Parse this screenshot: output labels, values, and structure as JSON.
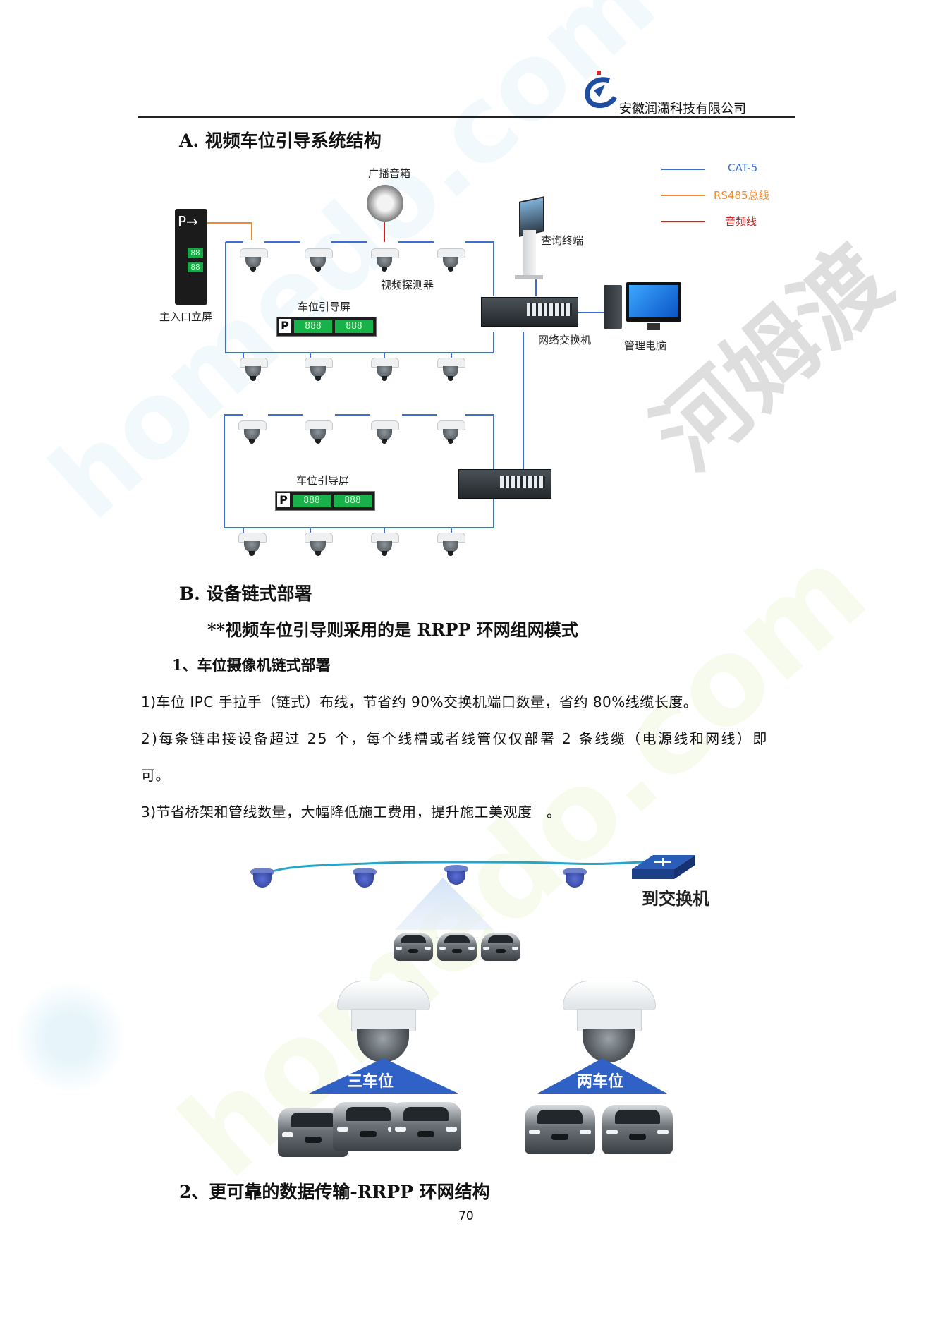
{
  "header": {
    "company": "安徽润潇科技有限公司"
  },
  "watermark": {
    "cn": "河姆渡",
    "url1": "homedo.com",
    "url2": "homedo.com"
  },
  "section_a": {
    "title": "A.  视频车位引导系统结构"
  },
  "diagram_a": {
    "legend": [
      {
        "label": "CAT-5",
        "color": "#3c6fd1"
      },
      {
        "label": "RS485总线",
        "color": "#f08a2a"
      },
      {
        "label": "音频线",
        "color": "#d92020"
      }
    ],
    "labels": {
      "speaker": "广播音箱",
      "kiosk": "查询终端",
      "entrance": "主入口立屏",
      "detector": "视频探测器",
      "guide1": "车位引导屏",
      "guide2": "车位引导屏",
      "switch": "网络交换机",
      "pc": "管理电脑"
    },
    "guide_digits": "888",
    "guide_p": "P",
    "totem_digits": [
      "88",
      "88"
    ],
    "totem_p": "P→"
  },
  "section_b": {
    "title": "B.  设备链式部署"
  },
  "subtitle_b": "**视频车位引导则采用的是 RRPP 环网组网模式",
  "item1": {
    "title": "1、车位摄像机链式部署"
  },
  "paragraphs": [
    "1)车位 IPC 手拉手（链式）布线，节省约 90%交换机端口数量，省约 80%线缆长度。",
    "2)每条链串接设备超过 25 个，每个线槽或者线管仅仅部署 2 条线缆（电源线和网线）即",
    "可。",
    "3)节省桥架和管线数量，大幅降低施工费用，提升施工美观度　。"
  ],
  "diagram_b": {
    "switch_label": "到交换机",
    "three": "三车位",
    "two": "两车位"
  },
  "item2": {
    "title": "2、更可靠的数据传输-RRPP 环网结构"
  },
  "footer": {
    "page_number": "70"
  }
}
